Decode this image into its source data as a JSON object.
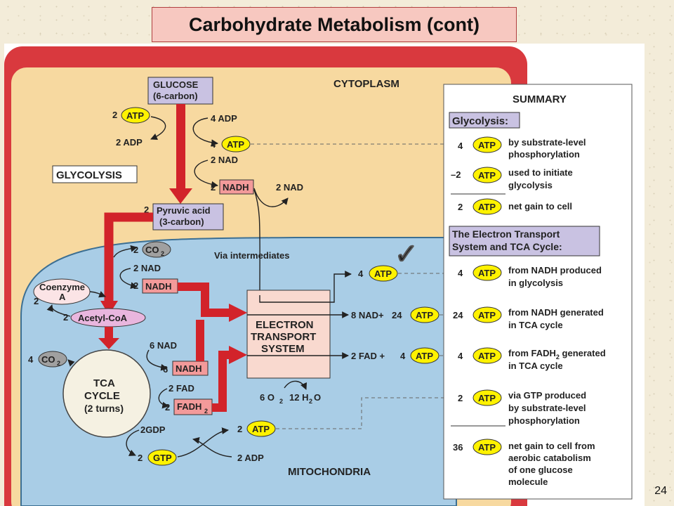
{
  "title": "Carbohydrate Metabolism (cont)",
  "slide_number": "24",
  "colors": {
    "cytoplasm": "#f7d9a0",
    "membrane": "#d9393e",
    "mitochondria": "#a9cde6",
    "arrow_red": "#d2232a",
    "atp_yellow": "#fff200",
    "nadh_pink": "#f39a9a",
    "box_lavender": "#c9c2e2",
    "ets_box": "#f9d9cf",
    "check_yellow": "#f2e200"
  },
  "labels": {
    "cytoplasm": "CYTOPLASM",
    "glycolysis": "GLYCOLYSIS",
    "mitochondria": "MITOCHONDRIA",
    "via_intermediates": "Via intermediates",
    "ets_line1": "ELECTRON",
    "ets_line2": "TRANSPORT",
    "ets_line3": "SYSTEM",
    "glucose_line1": "GLUCOSE",
    "glucose_line2": "(6-carbon)",
    "pyruvic_line1": "Pyruvic acid",
    "pyruvic_line2": "(3-carbon)",
    "coenzyme_line1": "Coenzyme",
    "coenzyme_line2": "A",
    "acetyl_coa": "Acetyl-CoA",
    "tca_line1": "TCA",
    "tca_line2": "CYCLE",
    "tca_line3": "(2 turns)",
    "atp": "ATP",
    "nadh": "NADH",
    "gtp": "GTP",
    "co2": "CO",
    "fadh": "FADH",
    "sub2": "2"
  },
  "numbers": {
    "n2": "2",
    "n4": "4",
    "n6": "6",
    "n8": "8",
    "n24": "24"
  },
  "text": {
    "two_adp": "2 ADP",
    "four_adp": "4 ADP",
    "two_nad": "2 NAD",
    "six_nad": "6 NAD",
    "two_fad": "2 FAD",
    "two_gdp": "2GDP",
    "eight_nad_plus": "8 NAD+",
    "two_fad_plus": "2 FAD +",
    "six_o": "6 O",
    "twelve_h": "12 H",
    "o_suffix": "O"
  },
  "check_mark": "✓",
  "summary": {
    "heading": "SUMMARY",
    "glycolysis_header": "Glycolysis:",
    "ets_header_line1": "The Electron Transport",
    "ets_header_line2": "System and TCA Cycle:",
    "rows": [
      {
        "num": "4",
        "line1": "by substrate-level",
        "line2": "phosphorylation"
      },
      {
        "num": "–2",
        "line1": "used to initiate",
        "line2": "glycolysis"
      },
      {
        "num": "2",
        "line1": "net gain to cell",
        "line2": ""
      },
      {
        "num": "4",
        "line1": "from NADH produced",
        "line2": "in glycolysis"
      },
      {
        "num": "24",
        "line1": "from NADH generated",
        "line2": "in TCA cycle"
      },
      {
        "num": "4",
        "line1": "from FADH",
        "line1_sub": "2",
        "line1_tail": " generated",
        "line2": "in TCA cycle"
      },
      {
        "num": "2",
        "line1": "via GTP produced",
        "line2": "by substrate-level",
        "line3": "phosphorylation"
      },
      {
        "num": "36",
        "line1": "net gain to cell from",
        "line2": "aerobic catabolism",
        "line3": "of one glucose",
        "line4": "molecule"
      }
    ]
  }
}
